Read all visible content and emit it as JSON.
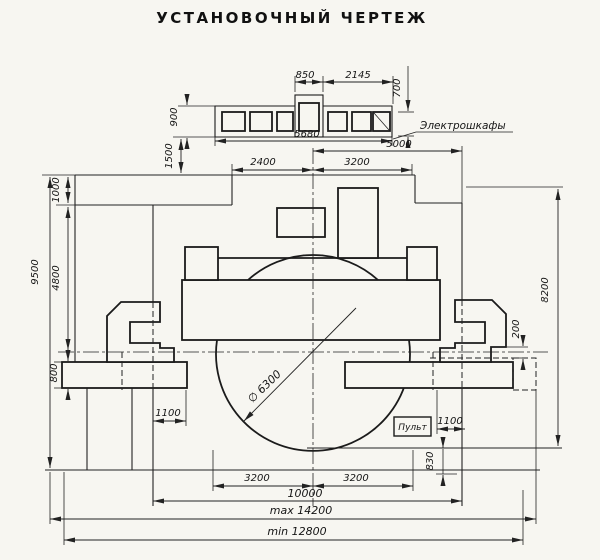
{
  "title": "УСТАНОВОЧНЫЙ ЧЕРТЕЖ",
  "labels": {
    "cabinets": "Электрошкафы",
    "console": "Пульт",
    "table_diameter": "∅ 6300"
  },
  "dimensions": {
    "top": {
      "d850": "850",
      "d2145": "2145",
      "d700": "700",
      "d900": "900",
      "d5680": "5680",
      "d5000": "5000",
      "d2400": "2400",
      "d3200": "3200",
      "d1500": "1500"
    },
    "left": {
      "d1000": "1000",
      "d4800": "4800",
      "d800": "800",
      "d9500": "9500"
    },
    "right": {
      "d8200": "8200",
      "d200": "200",
      "d1100": "1100",
      "d830": "830"
    },
    "bottom": {
      "d1100": "1100",
      "d3200_left": "3200",
      "d3200_right": "3200",
      "d10000": "10000",
      "dmax": "max 14200",
      "dmin": "min 12800"
    }
  }
}
